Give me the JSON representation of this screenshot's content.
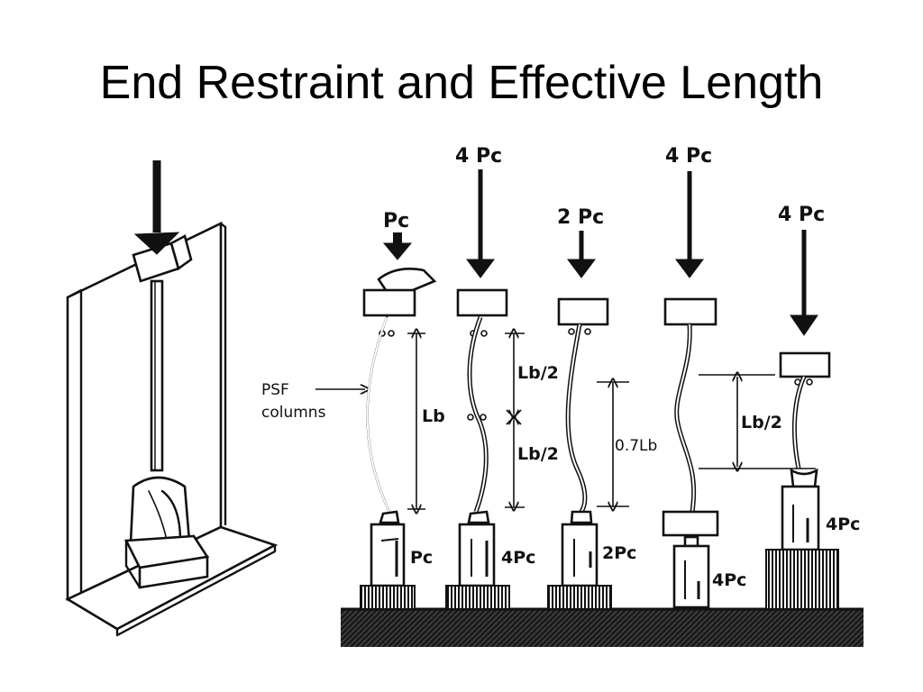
{
  "slide": {
    "title": "End Restraint and Effective Length"
  },
  "diagram": {
    "column_label": "PSF\ncolumns",
    "column_label_line1": "PSF",
    "column_label_line2": "columns",
    "cases": [
      {
        "top_load": "Pc",
        "length_labels": [
          "Lb"
        ],
        "base_load": "Pc"
      },
      {
        "top_load": "4 Pc",
        "length_labels": [
          "Lb/2",
          "Lb/2"
        ],
        "base_load": "4Pc"
      },
      {
        "top_load": "2 Pc",
        "length_labels": [
          "0.7Lb"
        ],
        "base_load": "2Pc"
      },
      {
        "top_load": "4 Pc",
        "length_labels": [],
        "base_load": "4Pc"
      },
      {
        "top_load": "4 Pc",
        "length_labels": [
          "Lb/2"
        ],
        "base_load": "4Pc"
      }
    ]
  },
  "colors": {
    "ink": "#111111",
    "background": "#ffffff"
  }
}
